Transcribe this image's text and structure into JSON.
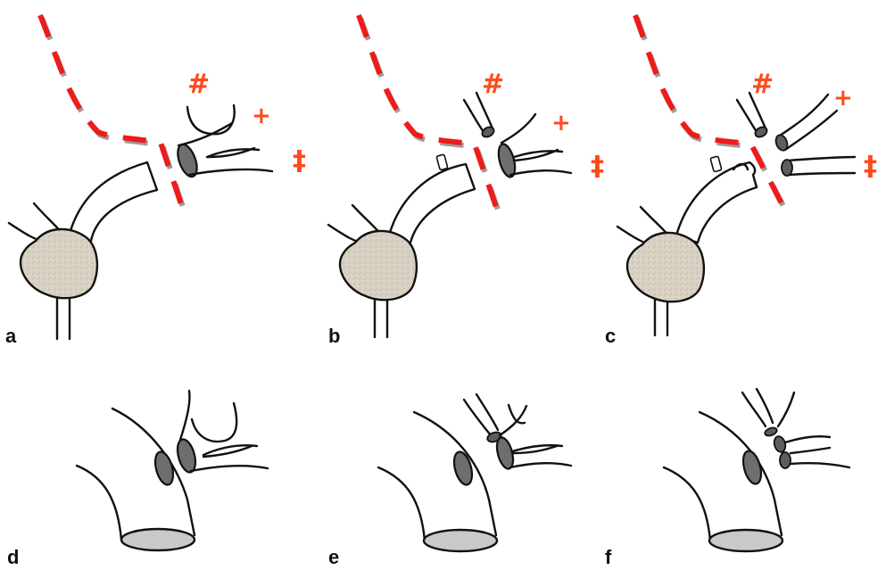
{
  "panels": [
    {
      "label": "a"
    },
    {
      "label": "b"
    },
    {
      "label": "c"
    },
    {
      "label": "d"
    },
    {
      "label": "e"
    },
    {
      "label": "f"
    }
  ],
  "markers": {
    "hash": "#",
    "plus": "+",
    "double_dagger": "‡"
  },
  "colors": {
    "cut_line": "#ee1b1b",
    "marker_text": "#ff4a1c",
    "lumen_fill": "#6e6e6e",
    "tissue_fill": "#d8d0c2",
    "base_fill": "#c9c9c9"
  }
}
